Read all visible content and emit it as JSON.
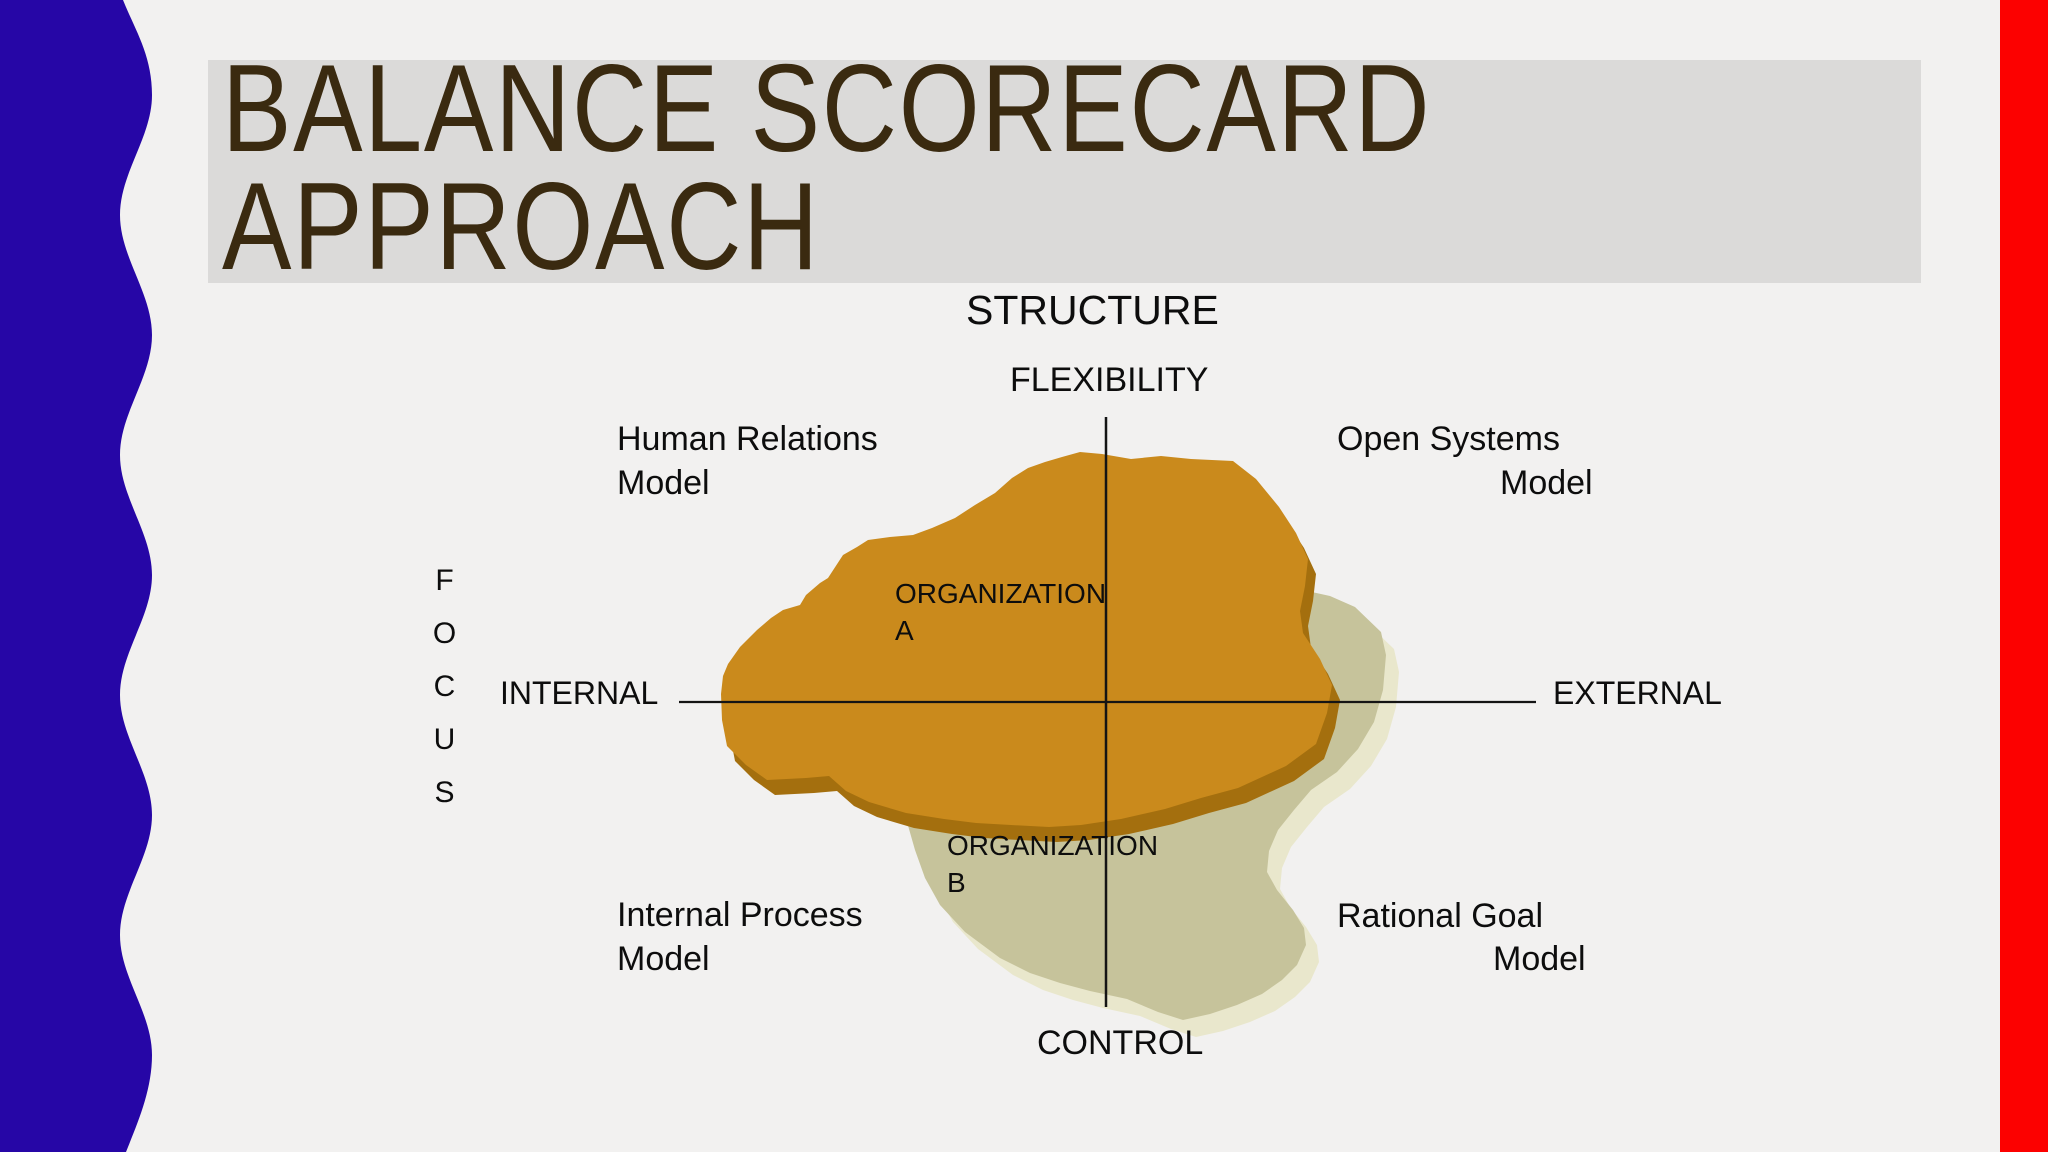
{
  "slide": {
    "title_line1": "BALANCE SCORECARD",
    "title_line2": "APPROACH"
  },
  "diagram": {
    "structure_label": "STRUCTURE",
    "flexibility_label": "FLEXIBILITY",
    "control_label": "CONTROL",
    "internal_label": "INTERNAL",
    "external_label": "EXTERNAL",
    "focus_label": "FOCUS",
    "quadrants": {
      "top_left": {
        "line1": "Human Relations",
        "line2": "Model"
      },
      "top_right": {
        "line1": "Open Systems",
        "line2": "Model"
      },
      "bottom_left": {
        "line1": "Internal Process",
        "line2": "Model"
      },
      "bottom_right": {
        "line1": "Rational Goal",
        "line2": "Model"
      }
    },
    "organizations": {
      "a": {
        "line1": "ORGANIZATION",
        "line2": "A"
      },
      "b": {
        "line1": "ORGANIZATION",
        "line2": "B"
      }
    }
  },
  "colors": {
    "background": "#f2f1f0",
    "title_band": "#dbdad9",
    "title_text": "#3a2a10",
    "accent_blue": "#2606a6",
    "accent_red": "#fc0100",
    "axis_line": "#141414",
    "org_a_fill": "#ca8a1c",
    "org_a_shadow": "#a46f0e",
    "org_b_fill": "#c6c39b",
    "org_b_bevel": "#e9e7cc"
  }
}
